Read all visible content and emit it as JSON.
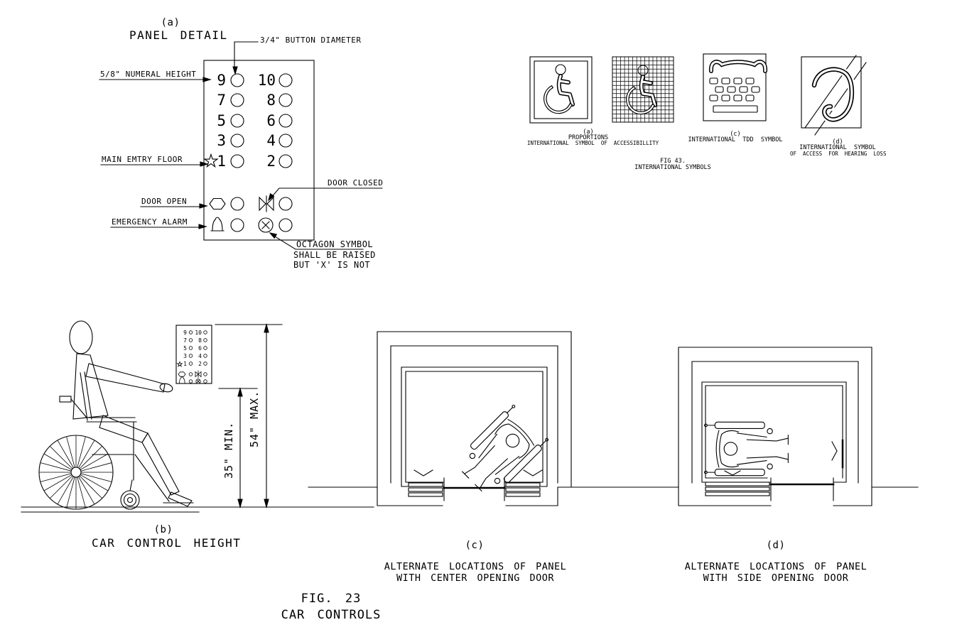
{
  "figure": {
    "fig_label": "FIG. 23",
    "title": "CAR CONTROLS"
  },
  "panel_detail": {
    "index": "(a)",
    "title": "PANEL DETAIL",
    "button_diameter": "3/4\" BUTTON DIAMETER",
    "numeral_height": "5/8\" NUMERAL HEIGHT",
    "main_entry": "MAIN EMTRY FLOOR",
    "door_open": "DOOR OPEN",
    "door_closed": "DOOR CLOSED",
    "emergency_alarm": "EMERGENCY ALARM",
    "octagon_note": {
      "line1": "OCTAGON SYMBOL",
      "line2": "SHALL BE RAISED",
      "line3": "BUT 'X' IS NOT"
    },
    "rows": [
      {
        "left": "9",
        "right": "10"
      },
      {
        "left": "7",
        "right": "8"
      },
      {
        "left": "5",
        "right": "6"
      },
      {
        "left": "3",
        "right": "4"
      },
      {
        "left": "1",
        "right": "2"
      }
    ],
    "icons": {
      "main_entry_marker": "star-icon",
      "door_open_symbol": "hexagon-icon",
      "door_closed_symbol": "bowtie-icon",
      "emergency_alarm_symbol": "bell-icon",
      "emergency_stop_symbol": "circle-x-icon"
    }
  },
  "international_symbols": {
    "fig_caption": {
      "line1": "FIG 43.",
      "line2": "INTERNATIONAL SYMBOLS"
    },
    "accessibility": {
      "index": "(a)",
      "caption_line1": "PROPORTIONS",
      "caption_line2": "INTERNATIONAL  SYMBOL  OF  ACCESSIBILLITY",
      "icon": "wheelchair-symbol-icon"
    },
    "proportion_grid": {
      "icon": "wheelchair-on-grid-icon"
    },
    "tdd": {
      "index": "(c)",
      "caption": "INTERNATIONAL  TDD  SYMBOL",
      "icon": "tdd-telephone-icon"
    },
    "hearing": {
      "index": "(d)",
      "caption_line1": "INTERNATIONAL  SYMBOL",
      "caption_line2": "OF  ACCESS  FOR  HEARING  LOSS",
      "icon": "ear-with-slash-icon"
    }
  },
  "car_control_height": {
    "index": "(b)",
    "caption": "CAR CONTROL HEIGHT",
    "dim_min": "35\" MIN.",
    "dim_max": "54\" MAX.",
    "icon": "wheelchair-user-side-view"
  },
  "center_door": {
    "index": "(c)",
    "caption_line1": "ALTERNATE LOCATIONS OF PANEL",
    "caption_line2": "WITH CENTER OPENING DOOR",
    "icon": "elevator-plan-center-door"
  },
  "side_door": {
    "index": "(d)",
    "caption_line1": "ALTERNATE LOCATIONS OF PANEL",
    "caption_line2": "WITH SIDE OPENING DOOR",
    "icon": "elevator-plan-side-door"
  },
  "colors": {
    "ink": "#000000",
    "paper": "#ffffff"
  }
}
